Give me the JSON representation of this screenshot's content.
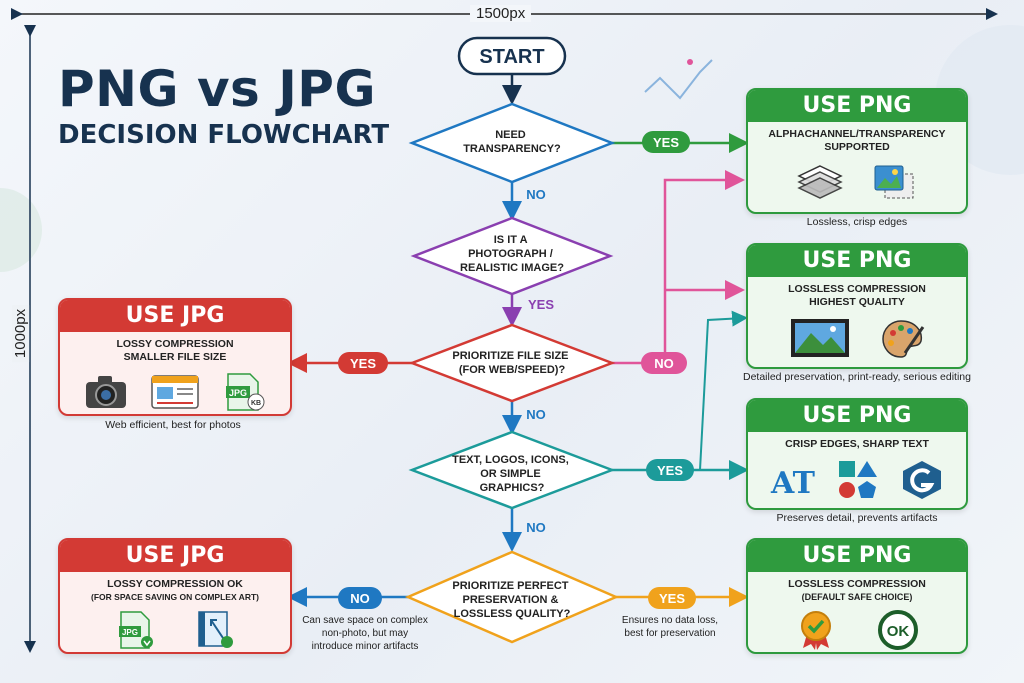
{
  "dimensions": {
    "width_label": "1500px",
    "height_label": "1000px"
  },
  "title": {
    "line1": "PNG vs JPG",
    "line2": "DECISION FLOWCHART"
  },
  "start": "START",
  "decisions": {
    "d1": [
      "NEED",
      "TRANSPARENCY?"
    ],
    "d2": [
      "IS IT A",
      "PHOTOGRAPH /",
      "REALISTIC IMAGE?"
    ],
    "d3": [
      "PRIORITIZE FILE SIZE",
      "(FOR WEB/SPEED)?"
    ],
    "d4": [
      "TEXT, LOGOS, ICONS,",
      "OR SIMPLE",
      "GRAPHICS?"
    ],
    "d5": [
      "PRIORITIZE PERFECT",
      "PRESERVATION &",
      "LOSSLESS QUALITY?"
    ]
  },
  "branches": {
    "yes": "YES",
    "no": "NO"
  },
  "results": {
    "png1": {
      "header": "USE PNG",
      "sub": [
        "ALPHACHANNEL/TRANSPARENCY",
        "SUPPORTED"
      ],
      "caption": "Lossless, crisp edges"
    },
    "png2": {
      "header": "USE PNG",
      "sub": [
        "LOSSLESS COMPRESSION",
        "HIGHEST QUALITY"
      ],
      "caption": "Detailed preservation, print-ready, serious editing"
    },
    "png3": {
      "header": "USE PNG",
      "sub": [
        "CRISP EDGES, SHARP TEXT"
      ],
      "caption": "Preserves detail, prevents artifacts"
    },
    "png4": {
      "header": "USE PNG",
      "sub": [
        "LOSSLESS COMPRESSION",
        "(DEFAULT SAFE CHOICE)"
      ]
    },
    "jpg1": {
      "header": "USE JPG",
      "sub": [
        "LOSSY COMPRESSION",
        "SMALLER FILE SIZE"
      ],
      "caption": "Web efficient, best for photos"
    },
    "jpg2": {
      "header": "USE JPG",
      "sub": [
        "LOSSY COMPRESSION OK",
        "(FOR SPACE SAVING ON COMPLEX ART)"
      ]
    }
  },
  "notes": {
    "no_note": [
      "Can save space on complex",
      "non-photo, but may",
      "introduce minor artifacts"
    ],
    "yes_note": [
      "Ensures no data loss,",
      "best for preservation"
    ]
  },
  "icon_labels": {
    "jpg": "JPG",
    "kb": "KB",
    "ok": "OK",
    "at": "AT"
  },
  "colors": {
    "navy": "#17324f",
    "blue": "#1f78c2",
    "purple": "#8a3fb0",
    "red": "#d33a34",
    "teal": "#1c9b9a",
    "orange": "#f0a21c",
    "green": "#2f9b3e",
    "pink": "#e0559a"
  },
  "icons": [
    "layers-icon",
    "image-icon",
    "camera-icon",
    "browser-icon",
    "jpg-file-icon",
    "photo-icon",
    "palette-icon",
    "text-icon",
    "shapes-icon",
    "logo-icon",
    "award-icon",
    "ok-badge-icon",
    "resize-icon"
  ]
}
